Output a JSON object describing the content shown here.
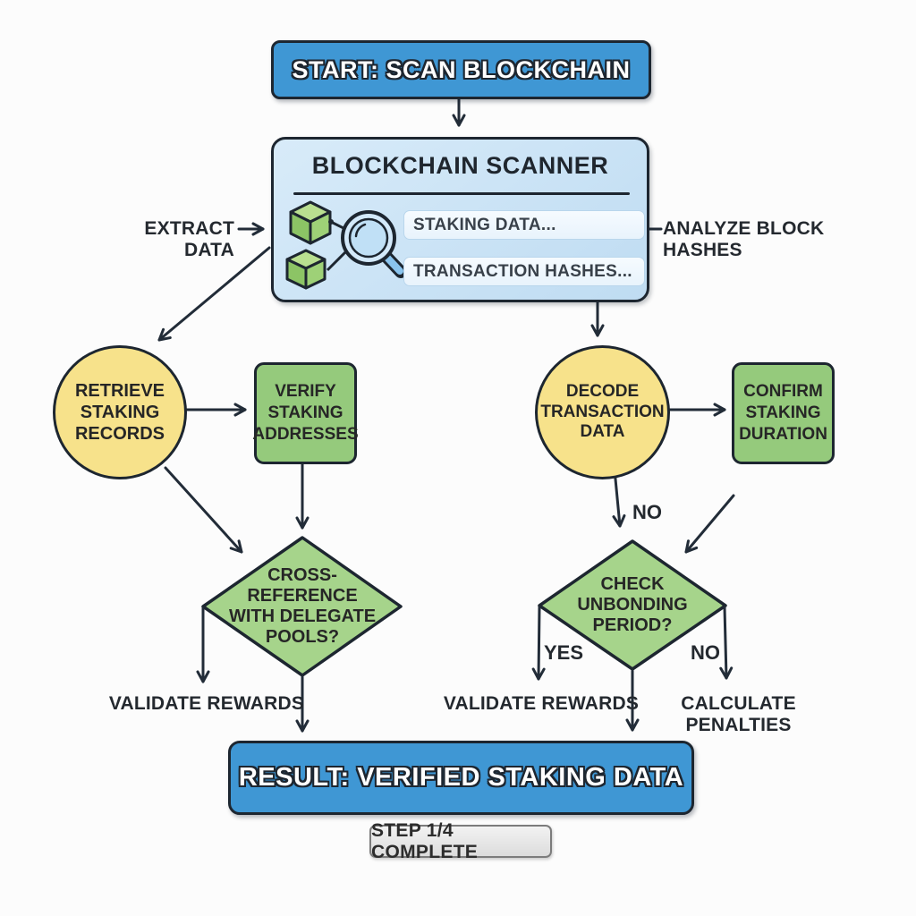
{
  "flowchart": {
    "start_label": "START: SCAN BLOCKCHAIN",
    "scanner": {
      "title": "BLOCKCHAIN SCANNER",
      "field_staking": "STAKING DATA...",
      "field_tx": "TRANSACTION HASHES...",
      "icon": "blockchain-cubes-magnifier-icon"
    },
    "side_labels": {
      "extract": "EXTRACT DATA",
      "analyze": "ANALYZE BLOCK HASHES"
    },
    "left_branch": {
      "circle": "RETRIEVE\nSTAKING\nRECORDS",
      "box": "VERIFY\nSTAKING\nADDRESSES",
      "diamond": "CROSS-REFERENCE\nWITH DELEGATE\nPOOLS?",
      "outcome": "VALIDATE REWARDS"
    },
    "right_branch": {
      "circle": "DECODE\nTRANSACTION\nDATA",
      "box": "CONFIRM\nSTAKING\nDURATION",
      "diamond": "CHECK\nUNBONDING\nPERIOD?",
      "label_no_top": "NO",
      "label_yes": "YES",
      "label_no": "NO",
      "outcome_yes": "VALIDATE REWARDS",
      "outcome_no": "CALCULATE PENALTIES"
    },
    "result_label": "RESULT: VERIFIED STAKING DATA",
    "step_label": "STEP 1/4 COMPLETE"
  },
  "colors": {
    "banner_blue": "#3f97d4",
    "panel_light_blue": "#cde4f6",
    "circle_yellow": "#f7e28b",
    "box_green": "#95ca7c",
    "diamond_green": "#a6d48b",
    "outline_dark": "#1d2630",
    "arrow_dark": "#222c38",
    "step_gray": "#e8e8e8"
  }
}
